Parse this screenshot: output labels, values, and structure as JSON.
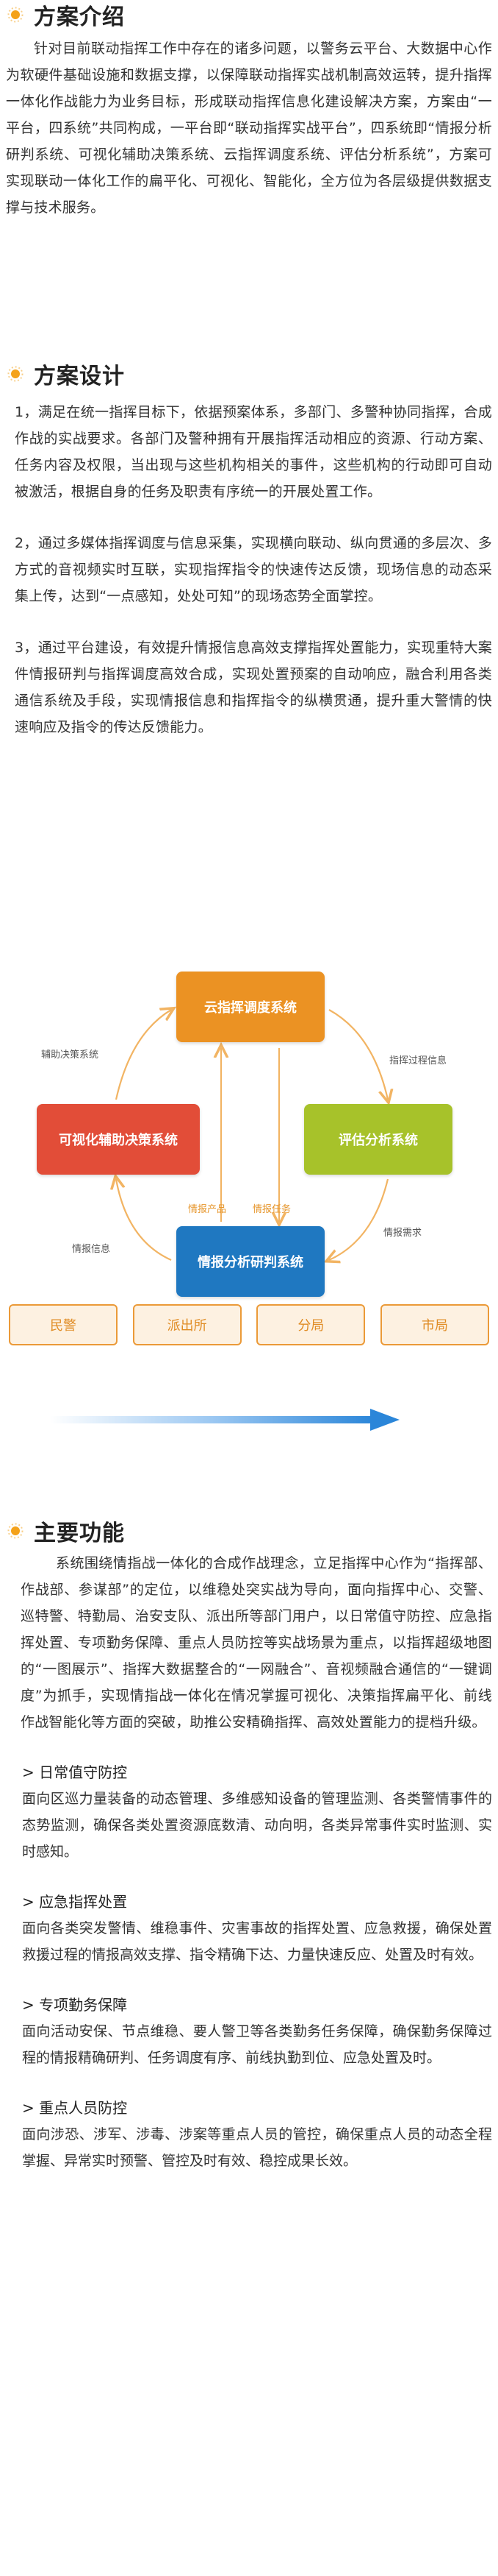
{
  "section1": {
    "title": "方案介绍",
    "paragraph": "针对目前联动指挥工作中存在的诸多问题，以警务云平台、大数据中心作为软硬件基础设施和数据支撑，以保障联动指挥实战机制高效运转，提升指挥一体化作战能力为业务目标，形成联动指挥信息化建设解决方案，方案由“一平台，四系统”共同构成，一平台即“联动指挥实战平台”，四系统即“情报分析研判系统、可视化辅助决策系统、云指挥调度系统、评估分析系统”，方案可实现联动一体化工作的扁平化、可视化、智能化，全方位为各层级提供数据支撑与技术服务。"
  },
  "section2": {
    "title": "方案设计",
    "p1": "1，满足在统一指挥目标下，依据预案体系，多部门、多警种协同指挥，合成作战的实战要求。各部门及警种拥有开展指挥活动相应的资源、行动方案、任务内容及权限，当出现与这些机构相关的事件，这些机构的行动即可自动被激活，根据自身的任务及职责有序统一的开展处置工作。",
    "p2": "2，通过多媒体指挥调度与信息采集，实现横向联动、纵向贯通的多层次、多方式的音视频实时互联，实现指挥指令的快速传达反馈，现场信息的动态采集上传，达到“一点感知，处处可知”的现场态势全面掌控。",
    "p3": "3，通过平台建设，有效提升情报信息高效支撑指挥处置能力，实现重特大案件情报研判与指挥调度高效合成，实现处置预案的自动响应，融合利用各类通信系统及手段，实现情报信息和指挥指令的纵横贯通，提升重大警情的快速响应及指令的传达反馈能力。"
  },
  "diagram": {
    "node_top": "云指挥调度系统",
    "node_left": "可视化辅助决策系统",
    "node_right": "评估分析系统",
    "node_bottom": "情报分析研判系统",
    "label_support": "辅助决策系统",
    "label_process": "指挥过程信息",
    "label_info": "情报信息",
    "label_demand": "情报需求",
    "label_product": "情报产品",
    "label_task": "情报任务",
    "colors": {
      "top": "#eb9223",
      "left": "#e24d38",
      "right": "#a7c22a",
      "bottom": "#1f78c1"
    }
  },
  "units": [
    "民警",
    "派出所",
    "分局",
    "市局"
  ],
  "section3": {
    "title": "主要功能",
    "intro": "系统围绕情指战一体化的合成作战理念，立足指挥中心作为“指挥部、作战部、参谋部”的定位，以维稳处突实战为导向，面向指挥中心、交警、巡特警、特勤局、治安支队、派出所等部门用户，以日常值守防控、应急指挥处置、专项勤务保障、重点人员防控等实战场景为重点，以指挥超级地图的“一图展示”、指挥大数据整合的“一网融合”、音视频融合通信的“一键调度”为抓手，实现情指战一体化在情况掌握可视化、决策指挥扁平化、前线作战智能化等方面的突破，助推公安精确指挥、高效处置能力的提档升级。",
    "features": [
      {
        "title": "> 日常值守防控",
        "body": "面向区巡力量装备的动态管理、多维感知设备的管理监测、各类警情事件的态势监测，确保各类处置资源底数清、动向明，各类异常事件实时监测、实时感知。"
      },
      {
        "title": "> 应急指挥处置",
        "body": "面向各类突发警情、维稳事件、灾害事故的指挥处置、应急救援，确保处置救援过程的情报高效支撑、指令精确下达、力量快速反应、处置及时有效。"
      },
      {
        "title": "> 专项勤务保障",
        "body": "面向活动安保、节点维稳、要人警卫等各类勤务任务保障，确保勤务保障过程的情报精确研判、任务调度有序、前线执勤到位、应急处置及时。"
      },
      {
        "title": "> 重点人员防控",
        "body": "面向涉恐、涉军、涉毒、涉案等重点人员的管控，确保重点人员的动态全程掌握、异常实时预警、管控及时有效、稳控成果长效。"
      }
    ]
  }
}
